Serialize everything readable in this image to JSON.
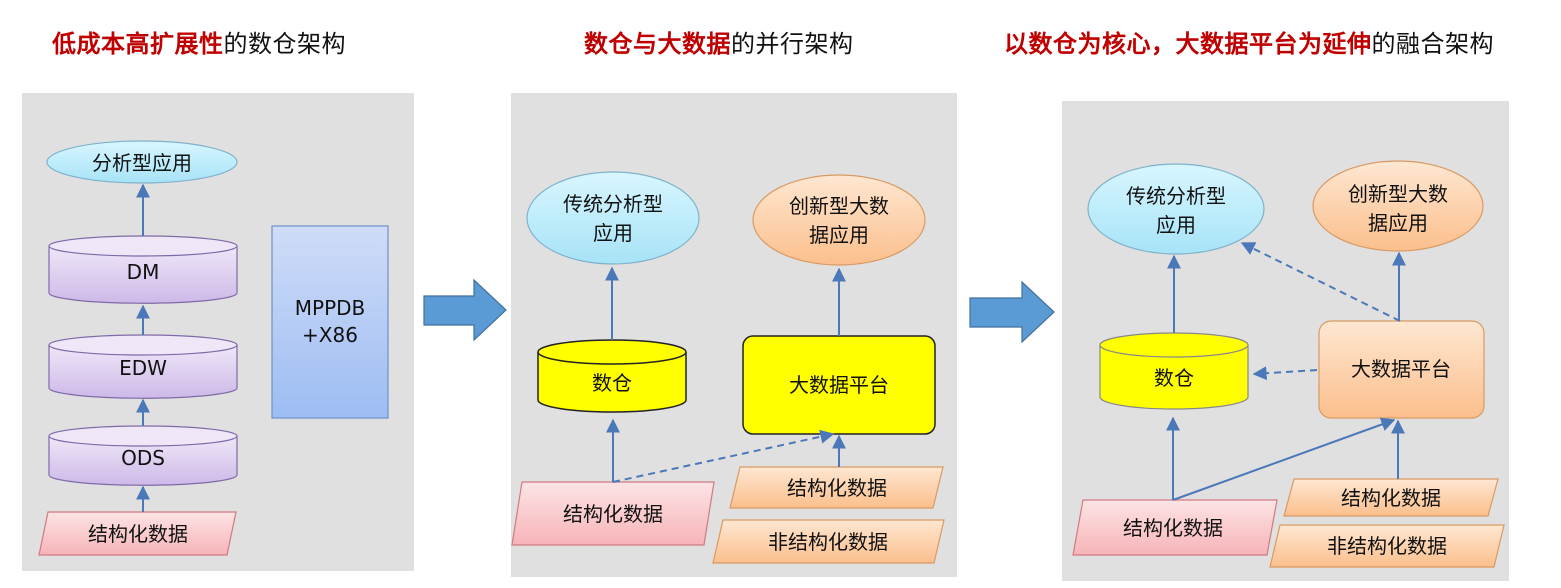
{
  "titles": {
    "p1_highlight": "低成本高扩展性",
    "p1_rest": "的数仓架构",
    "p2_highlight": "数仓与大数据",
    "p2_rest": "的并行架构",
    "p3_highlight": "以数仓为核心，大数据平台为延伸",
    "p3_rest": "的融合架构"
  },
  "panel1": {
    "app": "分析型应用",
    "dm": "DM",
    "edw": "EDW",
    "ods": "ODS",
    "source": "结构化数据",
    "mpp_line1": "MPPDB",
    "mpp_line2": "+X86"
  },
  "panel2": {
    "app_left_line1": "传统分析型",
    "app_left_line2": "应用",
    "app_right_line1": "创新型大数",
    "app_right_line2": "据应用",
    "warehouse": "数仓",
    "platform": "大数据平台",
    "structured": "结构化数据",
    "structured_right": "结构化数据",
    "unstructured": "非结构化数据"
  },
  "panel3": {
    "app_left_line1": "传统分析型",
    "app_left_line2": "应用",
    "app_right_line1": "创新型大数",
    "app_right_line2": "据应用",
    "warehouse": "数仓",
    "platform": "大数据平台",
    "structured": "结构化数据",
    "structured_right": "结构化数据",
    "unstructured": "非结构化数据"
  },
  "colors": {
    "title_highlight": "#c00000",
    "panel_bg": "#e0e0e0",
    "ellipse_fill": "#bfeefc",
    "cylinder_purple": "#ddd0ef",
    "cylinder_yellow": "#ffff00",
    "mpp_fill": "#aec8f5",
    "source_pink": "#fbd0d3",
    "source_orange": "#fdd7b0",
    "arrow_blue": "#5b9bd5",
    "line_blue": "#4a78b8"
  }
}
